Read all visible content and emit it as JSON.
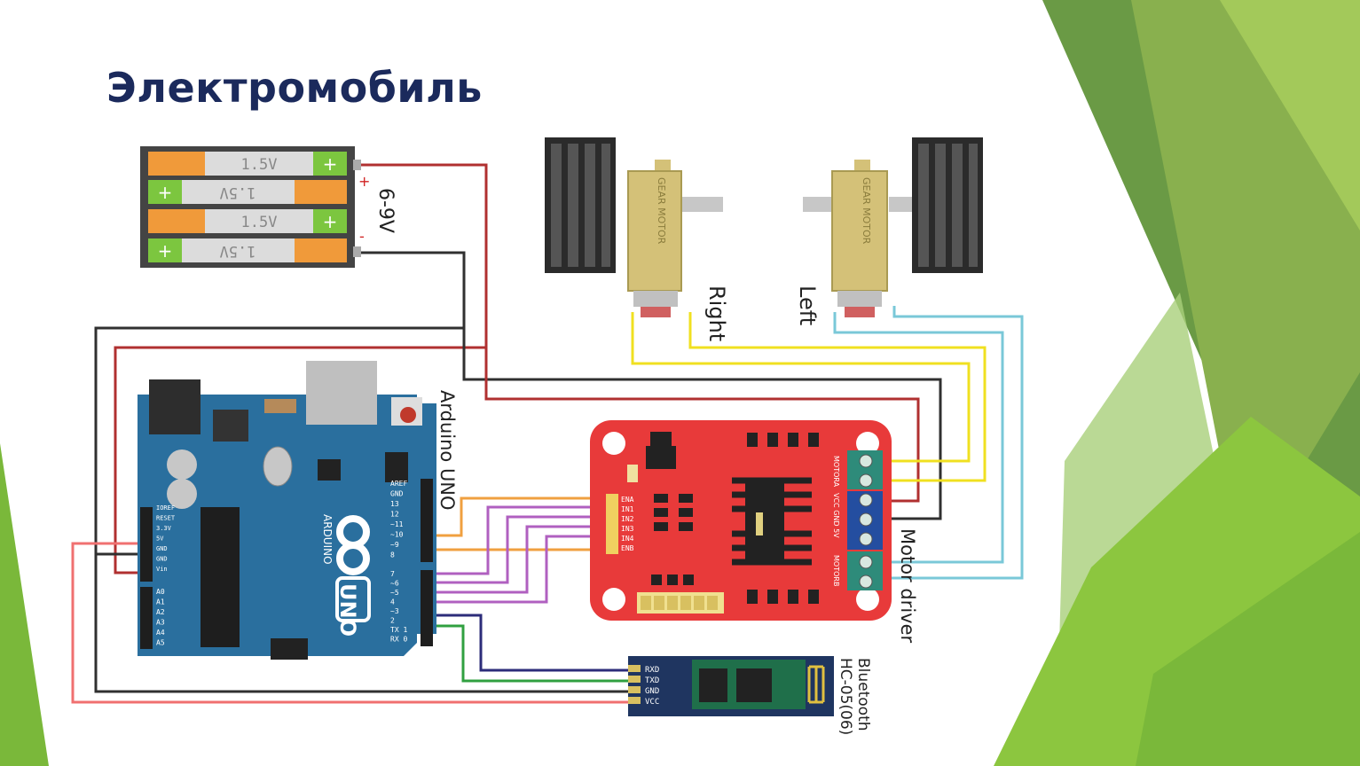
{
  "slide": {
    "title": "Электромобиль"
  },
  "battery": {
    "cells": [
      "1.5V",
      "1.5V",
      "1.5V",
      "1.5V"
    ],
    "voltage_label": "6-9V",
    "plus_sign": "+",
    "minus_sign": "-"
  },
  "motors": {
    "motor_text": "GEAR MOTOR",
    "right_label": "Right",
    "left_label": "Left"
  },
  "arduino": {
    "label": "Arduino UNO",
    "logo_text": "UNO",
    "brand_text": "ARDUINO",
    "power_pins": [
      "IOREF",
      "RESET",
      "3.3V",
      "5V",
      "GND",
      "GND",
      "Vin"
    ],
    "analog_pins": [
      "A0",
      "A1",
      "A2",
      "A3",
      "A4",
      "A5"
    ],
    "digital_header_top": [
      "AREF",
      "GND",
      "13",
      "12",
      "~11",
      "~10",
      "~9",
      "8"
    ],
    "digital_header_bottom": [
      "7",
      "~6",
      "~5",
      "4",
      "~3",
      "2",
      "TX 1",
      "RX 0"
    ]
  },
  "motor_driver": {
    "label": "Motor driver",
    "input_pins": [
      "ENA",
      "IN1",
      "IN2",
      "IN3",
      "IN4",
      "ENB"
    ],
    "terminal_labels": [
      "MOTORA",
      "VCC GND 5V",
      "MOTORB"
    ]
  },
  "bluetooth": {
    "label_line1": "Bluetooth",
    "label_line2": "HC-05(06)",
    "pins": [
      "RXD",
      "TXD",
      "GND",
      "VCC"
    ]
  },
  "colors": {
    "title": "#1b2a5c",
    "wire_red": "#b03030",
    "wire_black": "#303030",
    "wire_yellow": "#f0e020",
    "wire_cyan": "#7ac8d8",
    "wire_orange": "#f0a040",
    "wire_purple": "#b060c0",
    "wire_green": "#30a040",
    "wire_pink": "#f07070",
    "arduino_blue": "#2a6f9e",
    "driver_red": "#e83a3a",
    "bluetooth_navy": "#1f3560",
    "accent_green": "#7ab83a"
  }
}
